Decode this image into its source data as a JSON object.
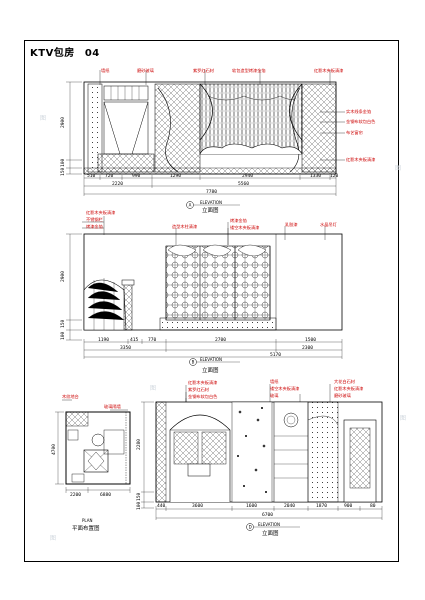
{
  "title": {
    "name": "KTV包房",
    "sheet_no": "04"
  },
  "elev1": {
    "labels": [
      "墙纸",
      "磨砂玻璃",
      "紫罗红石材",
      "软包造型烤漆金箔",
      "红影木夹板清漆",
      "实木线条金箔",
      "金钢布软包白色",
      "布艺窗帘",
      "红影木夹板清漆"
    ],
    "heights": [
      "2900",
      "100",
      "150"
    ],
    "dims_row1": [
      "510",
      "720",
      "990",
      "1290",
      "2940",
      "1330",
      "120"
    ],
    "dims_row2": [
      "2220",
      "5560"
    ],
    "total": "7780",
    "marker": "A",
    "caption_en": "ELEVATION",
    "caption_cn": "立面图"
  },
  "elev2": {
    "labels": [
      "红影木夹板清漆",
      "不锈钢栏",
      "烤漆金箔",
      "造型木柱清漆",
      "烤漆金箔",
      "镂空木夹板清漆",
      "乳胶漆",
      "水晶吊灯"
    ],
    "heights": [
      "2900",
      "150",
      "100"
    ],
    "dims_row1": [
      "1190",
      "415",
      "770",
      "2700",
      "1500"
    ],
    "dims_row2": [
      "3350",
      "2300"
    ],
    "total": "5170",
    "marker": "B",
    "caption_en": "ELEVATION",
    "caption_cn": "立面图"
  },
  "plan": {
    "labels": [
      "木纹地台",
      "玻璃隔墙"
    ],
    "height": "4700",
    "dims": [
      "2200",
      "6880"
    ],
    "caption_en": "PLAN",
    "caption_cn": "平面布置图"
  },
  "elev3": {
    "labels": [
      "红影木夹板清漆",
      "紫罗红石材",
      "金钢布软包白色",
      "墙纸",
      "镂空木夹板清漆",
      "玻璃",
      "大花白石材",
      "红影木夹板清漆",
      "磨砂玻璃"
    ],
    "heights": [
      "2280",
      "150",
      "100"
    ],
    "dims_row1": [
      "440",
      "3600",
      "1600",
      "2040",
      "1870",
      "900",
      "80"
    ],
    "total": "6700",
    "marker": "D",
    "caption_en": "ELEVATION",
    "caption_cn": "立面图"
  },
  "watermark": "图"
}
